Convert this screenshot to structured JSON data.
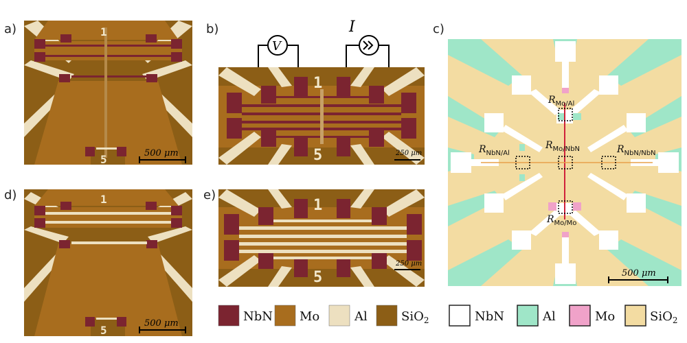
{
  "colors": {
    "nbn": "#7b2430",
    "mo": "#a86d1e",
    "al": "#ede0c0",
    "sio2": "#8c5e16",
    "c_nbn": "#ffffff",
    "c_al": "#9fe6c8",
    "c_mo": "#f0a2c9",
    "c_sio2": "#f3dca2"
  },
  "panels": {
    "a": {
      "label": "a)",
      "top_digit": "1",
      "bottom_digit": "5",
      "scale": "500 μm"
    },
    "b": {
      "label": "b)",
      "top_digit": "1",
      "bottom_digit": "5",
      "scale": "250 μm",
      "voltmeter": "V",
      "current_source": "I"
    },
    "c": {
      "label": "c)",
      "scale": "500 μm",
      "r_mo_al": "R",
      "r_mo_al_sub": "Mo/Al",
      "r_mo_nbn": "R",
      "r_mo_nbn_sub": "Mo/NbN",
      "r_nbn_al": "R",
      "r_nbn_al_sub": "NbN/Al",
      "r_nbn_nbn": "R",
      "r_nbn_nbn_sub": "NbN/NbN",
      "r_mo_mo": "R",
      "r_mo_mo_sub": "Mo/Mo"
    },
    "d": {
      "label": "d)",
      "top_digit": "1",
      "bottom_digit": "5",
      "scale": "500 μm"
    },
    "e": {
      "label": "e)",
      "top_digit": "1",
      "bottom_digit": "5",
      "scale": "250 μm"
    }
  },
  "legend_left": [
    {
      "name": "NbN",
      "color": "#7b2430"
    },
    {
      "name": "Mo",
      "color": "#a86d1e"
    },
    {
      "name": "Al",
      "color": "#ede0c0"
    },
    {
      "name": "SiO",
      "sub": "2",
      "color": "#8c5e16"
    }
  ],
  "legend_right": [
    {
      "name": "NbN",
      "color": "#ffffff"
    },
    {
      "name": "Al",
      "color": "#9fe6c8"
    },
    {
      "name": "Mo",
      "color": "#f0a2c9"
    },
    {
      "name": "SiO",
      "sub": "2",
      "color": "#f3dca2"
    }
  ]
}
